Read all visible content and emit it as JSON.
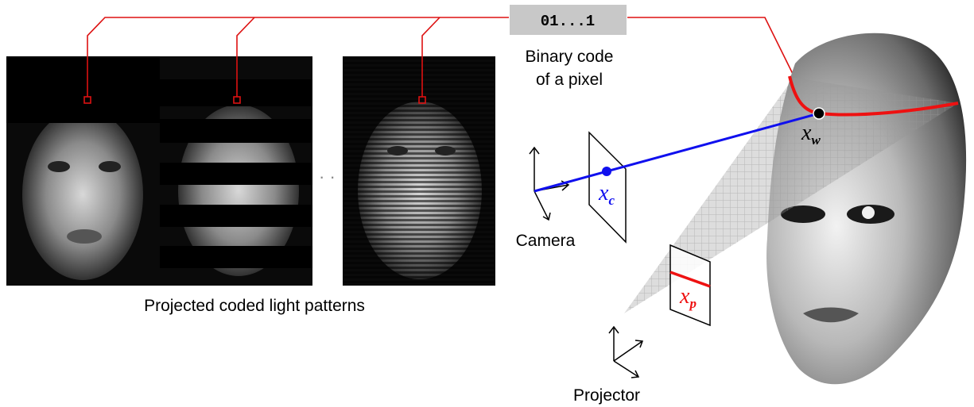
{
  "binary_code": {
    "value": "01...1",
    "caption_line1": "Binary code",
    "caption_line2": "of a pixel"
  },
  "patterns": {
    "caption": "Projected coded light patterns",
    "ellipsis": "· ·"
  },
  "camera": {
    "label": "Camera",
    "point_main": "x",
    "point_sub": "c",
    "color": "#1010ee"
  },
  "projector": {
    "label": "Projector",
    "point_main": "x",
    "point_sub": "p",
    "color": "#ee1111"
  },
  "world_point": {
    "main": "x",
    "sub": "w"
  },
  "colors": {
    "ray": "#1010ee",
    "code_lines": "#dd1111",
    "badge_bg": "#c8c8c8"
  }
}
